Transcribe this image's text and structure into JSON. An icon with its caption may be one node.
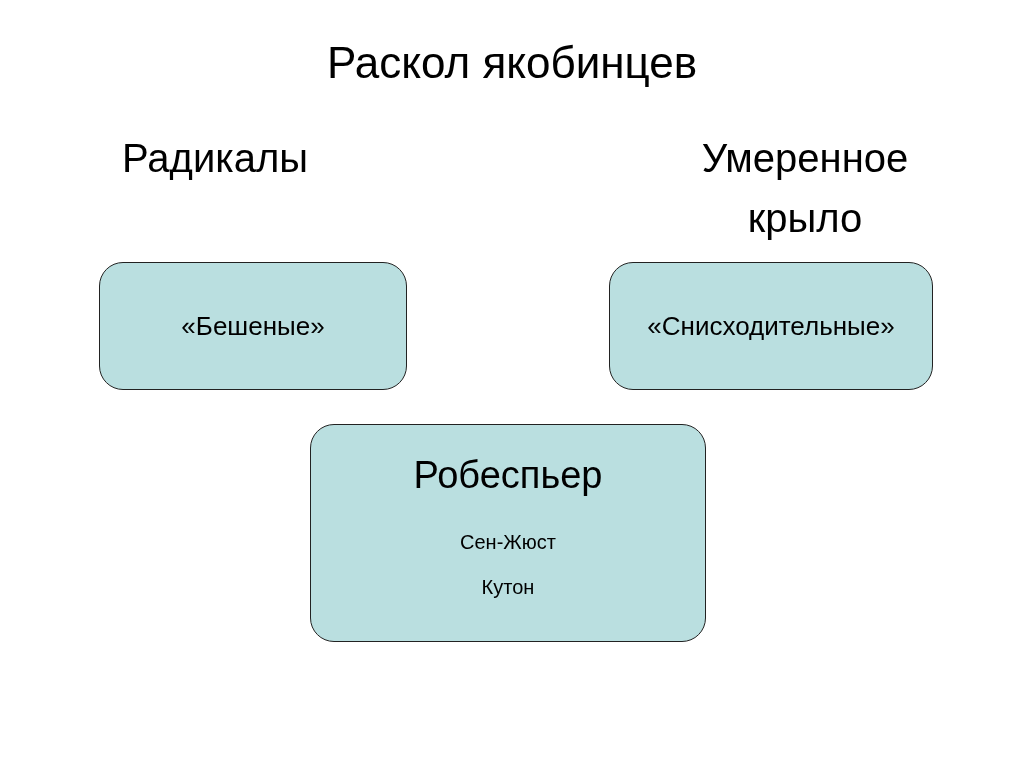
{
  "diagram": {
    "title": "Раскол якобинцев",
    "nodes": [
      {
        "text": [
          "«Бешеные»"
        ]
      },
      {
        "text": [
          "«Снисходительные»"
        ]
      },
      {
        "text": [
          "Робеспьер",
          "Сен-Жюст",
          "Кутон"
        ]
      }
    ],
    "labels": [
      "Радикалы",
      "Умеренное крыло"
    ]
  }
}
